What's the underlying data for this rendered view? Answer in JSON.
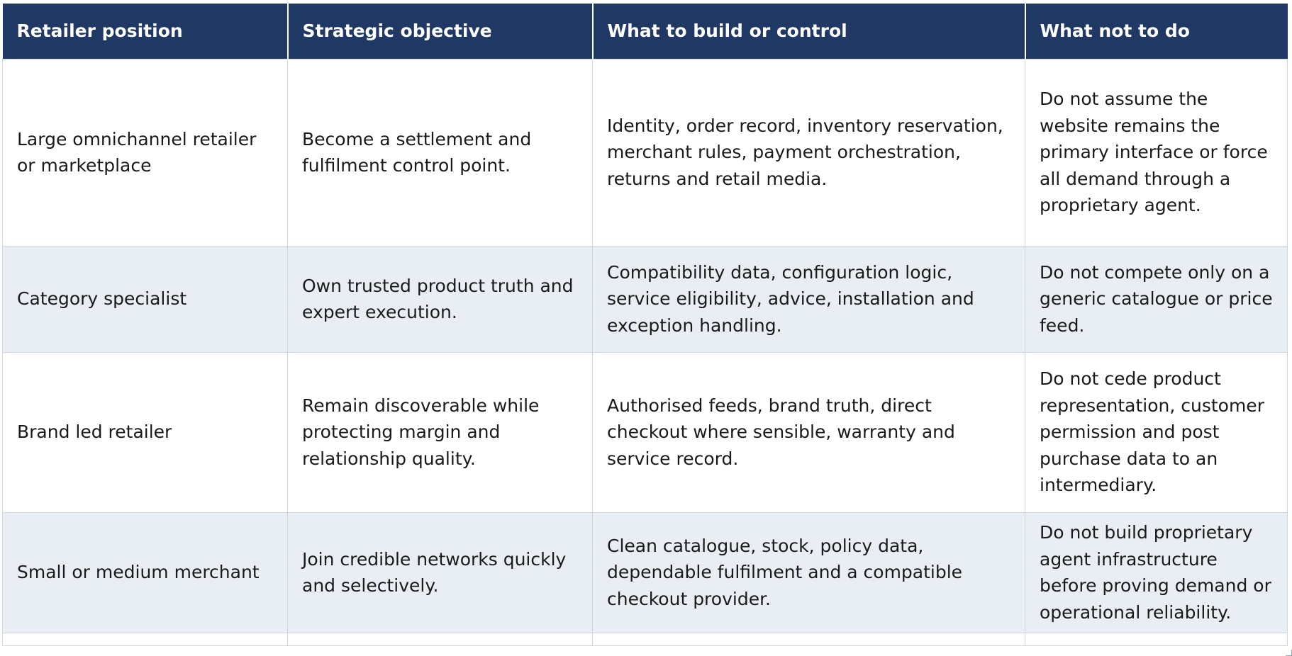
{
  "table": {
    "headers": [
      "Retailer position",
      "Strategic objective",
      "What to build or control",
      "What not to do"
    ],
    "rows": [
      [
        "Large omnichannel retailer or marketplace",
        "Become a settlement and fulfilment control point.",
        "Identity, order record, inventory reservation, merchant rules, payment orchestration, returns and retail media.",
        "Do not assume the website remains the primary interface or force all demand through a proprietary agent."
      ],
      [
        "Category specialist",
        "Own trusted product truth and expert execution.",
        "Compatibility data, configuration logic, service eligibility, advice, installation and exception handling.",
        "Do not compete only on a generic catalogue or price feed."
      ],
      [
        "Brand led retailer",
        "Remain discoverable while protecting margin and relationship quality.",
        "Authorised feeds, brand truth, direct checkout where sensible, warranty and service record.",
        "Do not cede product representation, customer permission and post purchase data to an intermediary."
      ],
      [
        "Small or medium merchant",
        "Join credible networks quickly and selectively.",
        "Clean catalogue, stock, policy data, dependable fulfilment and a compatible checkout provider.",
        "Do not build proprietary agent infrastructure before proving demand or operational reliability."
      ]
    ]
  },
  "colors": {
    "header_bg": "#1f3864",
    "header_text": "#ffffff",
    "row_shaded": "#e9eef5",
    "row_white": "#ffffff",
    "grid": "#cfd6de"
  }
}
